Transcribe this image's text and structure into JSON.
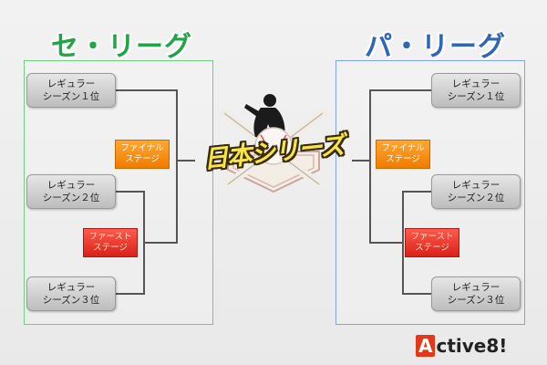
{
  "central_league": {
    "title": "セ・リーグ",
    "teams": [
      {
        "line1": "レギュラー",
        "line2": "シーズン１位"
      },
      {
        "line1": "レギュラー",
        "line2": "シーズン２位"
      },
      {
        "line1": "レギュラー",
        "line2": "シーズン３位"
      }
    ],
    "final_stage": {
      "line1": "ファイナル",
      "line2": "ステージ"
    },
    "first_stage": {
      "line1": "ファースト",
      "line2": "ステージ"
    }
  },
  "pacific_league": {
    "title": "パ・リーグ",
    "teams": [
      {
        "line1": "レギュラー",
        "line2": "シーズン１位"
      },
      {
        "line1": "レギュラー",
        "line2": "シーズン２位"
      },
      {
        "line1": "レギュラー",
        "line2": "シーズン３位"
      }
    ],
    "final_stage": {
      "line1": "ファイナル",
      "line2": "ステージ"
    },
    "first_stage": {
      "line1": "ファースト",
      "line2": "ステージ"
    }
  },
  "center": {
    "label": "日本シリーズ"
  },
  "brand": {
    "prefix": "A",
    "rest": "ctive8!"
  },
  "colors": {
    "central_accent": "#23a447",
    "pacific_accent": "#2f66b6",
    "final_stage": "#f07c00",
    "first_stage": "#d8221a"
  }
}
